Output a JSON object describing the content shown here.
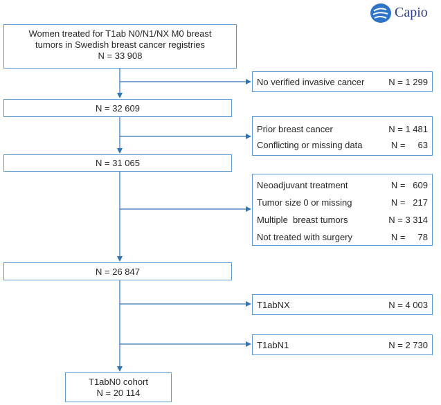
{
  "logo": {
    "text": "Capio",
    "color": "#2e74c9"
  },
  "colors": {
    "line": "#2e75b6",
    "border": "#5b9bd5"
  },
  "main_boxes": {
    "start": [
      "Women treated for T1ab N0/N1/NX  M0 breast",
      "tumors in Swedish breast cancer registries",
      "N = 33 908"
    ],
    "step1": "N = 32 609",
    "step2": "N = 31 065",
    "step3": "N = 26 847",
    "cohort": [
      "T1abN0 cohort",
      "N = 20 114"
    ]
  },
  "exclusions": {
    "ex1": [
      {
        "label": "No verified invasive cancer",
        "value": "N = 1 299"
      }
    ],
    "ex2": [
      {
        "label": "Prior breast cancer",
        "value": "N = 1 481"
      },
      {
        "label": "Conflicting or missing data",
        "value": "N =     63"
      }
    ],
    "ex3": [
      {
        "label": "Neoadjuvant treatment",
        "value": "N =   609"
      },
      {
        "label": "Tumor size 0 or missing",
        "value": "N =   217"
      },
      {
        "label": "Multiple  breast tumors",
        "value": "N = 3 314"
      },
      {
        "label": "Not treated with surgery",
        "value": "N =     78"
      }
    ],
    "ex4": [
      {
        "label": "T1abNX",
        "value": "N = 4 003"
      }
    ],
    "ex5": [
      {
        "label": "T1abN1",
        "value": "N = 2 730"
      }
    ]
  }
}
